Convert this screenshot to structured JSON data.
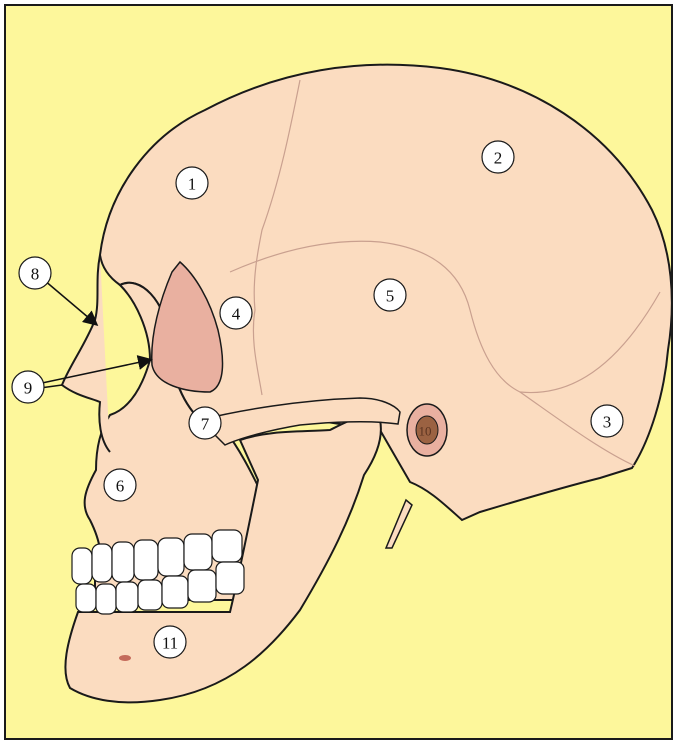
{
  "colors": {
    "background": "#fdf79b",
    "bone": "#fbdcc0",
    "shadow": "#e9b0a0",
    "suture": "#c9a08f",
    "outline": "#1a1a1a"
  },
  "labels": [
    {
      "id": "1",
      "text": "1"
    },
    {
      "id": "2",
      "text": "2"
    },
    {
      "id": "3",
      "text": "3"
    },
    {
      "id": "4",
      "text": "4"
    },
    {
      "id": "5",
      "text": "5"
    },
    {
      "id": "6",
      "text": "6"
    },
    {
      "id": "7",
      "text": "7"
    },
    {
      "id": "8",
      "text": "8"
    },
    {
      "id": "9",
      "text": "9"
    },
    {
      "id": "10",
      "text": "10"
    },
    {
      "id": "11",
      "text": "11"
    }
  ]
}
